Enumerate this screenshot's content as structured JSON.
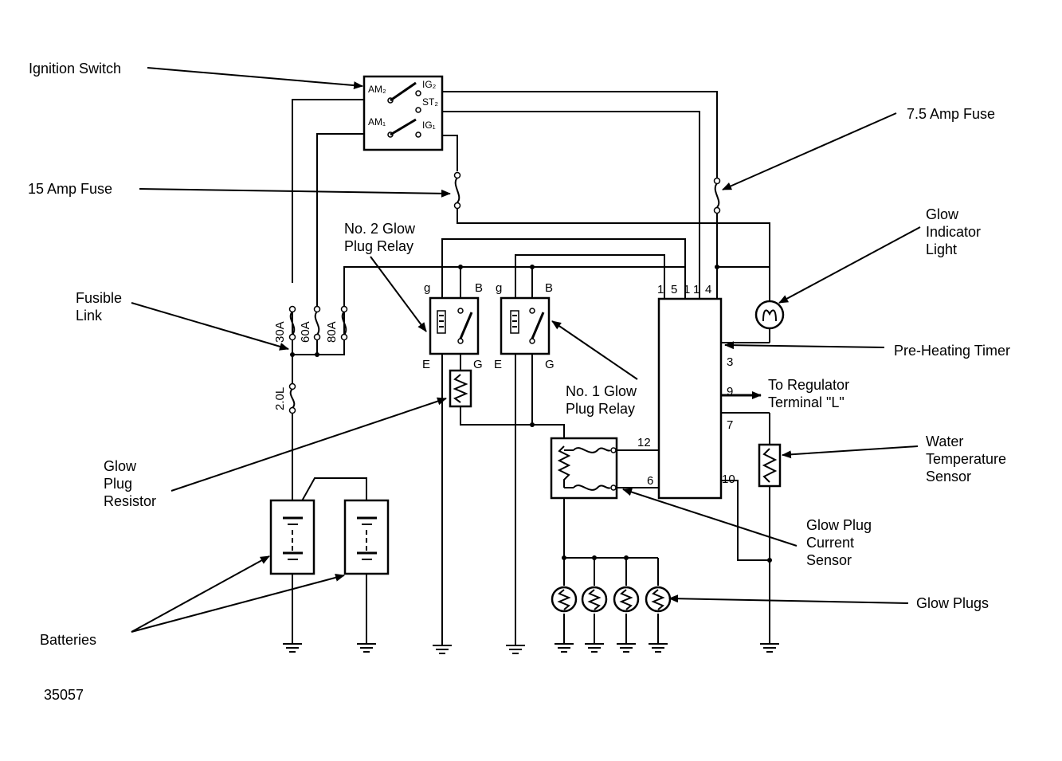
{
  "labels": {
    "ignition_switch": "Ignition Switch",
    "fuse_75": "7.5 Amp Fuse",
    "fuse_15": "15 Amp Fuse",
    "glow_indicator": [
      "Glow",
      "Indicator",
      "Light"
    ],
    "no2_relay": [
      "No. 2 Glow",
      "Plug Relay"
    ],
    "fusible_link": [
      "Fusible",
      "Link"
    ],
    "pre_heating_timer": "Pre-Heating Timer",
    "to_regulator": [
      "To Regulator",
      "Terminal \"L\""
    ],
    "no1_relay": [
      "No. 1 Glow",
      "Plug Relay"
    ],
    "glow_plug_resistor": [
      "Glow",
      "Plug",
      "Resistor"
    ],
    "water_temp_sensor": [
      "Water",
      "Temperature",
      "Sensor"
    ],
    "current_sensor": [
      "Glow Plug",
      "Current",
      "Sensor"
    ],
    "glow_plugs": "Glow Plugs",
    "batteries": "Batteries",
    "figure_number": "35057"
  },
  "switch_terminals": {
    "am2": "AM₂",
    "ig2": "IG₂",
    "st2": "ST₂",
    "am1": "AM₁",
    "ig1": "IG₁"
  },
  "fusible_ratings": [
    "30A",
    "60A",
    "80A",
    "2.0L"
  ],
  "relay_terminals": {
    "g": "g",
    "b": "B",
    "e": "E",
    "G": "G"
  },
  "timer_pins": {
    "top": [
      "1",
      "5",
      "1",
      "1",
      "4"
    ],
    "p3": "3",
    "p9": "9",
    "p7": "7",
    "p12": "12",
    "p6": "6",
    "p10": "10"
  }
}
